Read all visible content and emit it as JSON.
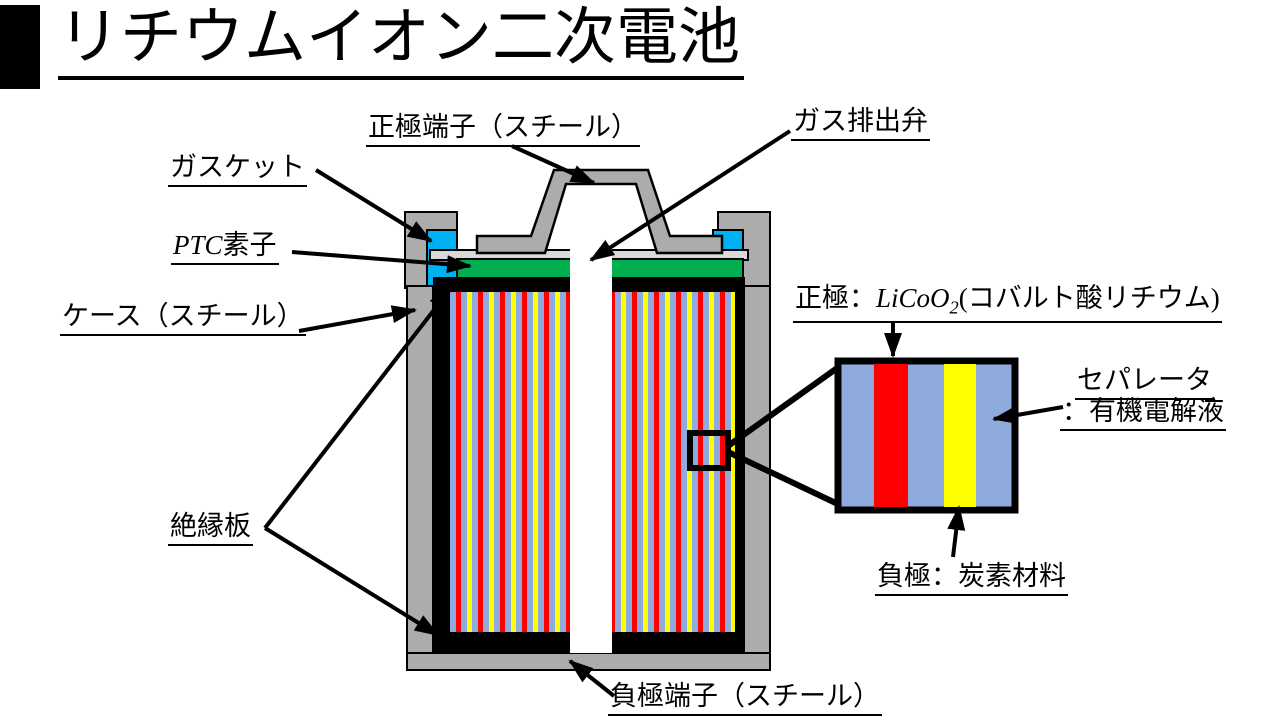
{
  "title": "リチウムイオン二次電池",
  "labels": {
    "positive_terminal": "正極端子（スチール）",
    "gas_vent": "ガス排出弁",
    "gasket": "ガスケット",
    "ptc_prefix": "PTC",
    "ptc_suffix": "素子",
    "case": "ケース（スチール）",
    "cathode_prefix": "正極：",
    "cathode_formula": "LiCoO",
    "cathode_formula_sub": "2",
    "cathode_suffix": "(コバルト酸リチウム)",
    "separator_line1": "セパレータ",
    "separator_line2": "：有機電解液",
    "insulator": "絶縁板",
    "anode": "負極：炭素材料",
    "negative_terminal": "負極端子（スチール）"
  },
  "colors": {
    "case_gray": "#ACACAC",
    "terminal_plate_gray": "#D9D9D9",
    "gasket_cyan": "#00B0F0",
    "ptc_green": "#00B050",
    "insulator_black": "#000000",
    "separator_blue": "#8FAADC",
    "cathode_red": "#FF0000",
    "anode_yellow": "#FFFF00",
    "core_white": "#FFFFFF"
  }
}
